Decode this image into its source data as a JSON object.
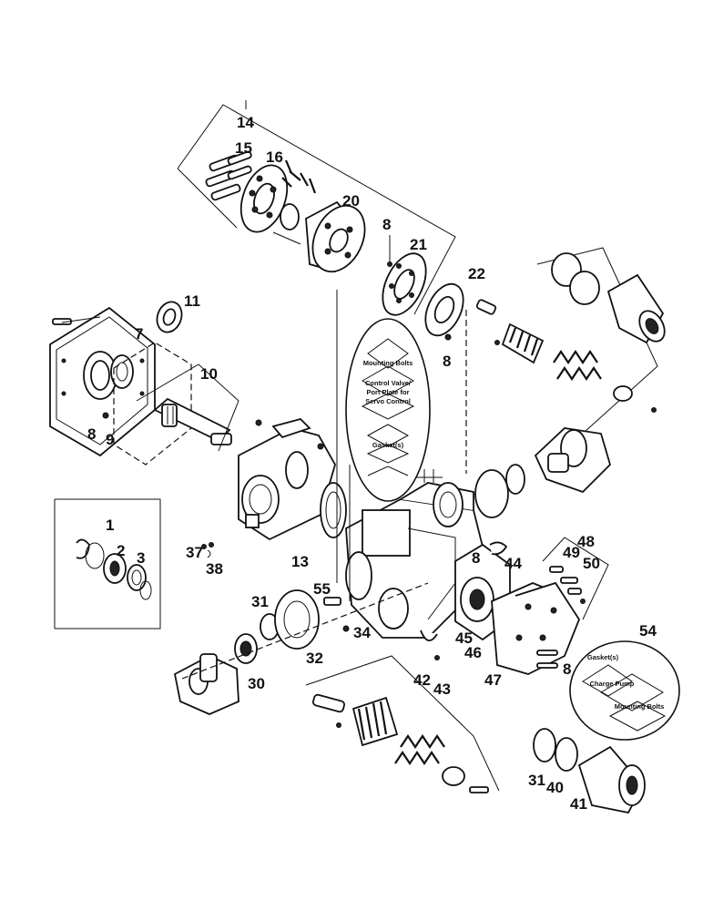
{
  "callouts": {
    "n1": "1",
    "n2": "2",
    "n3": "3",
    "n7": "7",
    "n8a": "8",
    "n8b": "8",
    "n8c": "8",
    "n8d": "8",
    "n8e": "8",
    "n9": "9",
    "n10": "10",
    "n11": "11",
    "n13": "13",
    "n14": "14",
    "n15": "15",
    "n16": "16",
    "n20": "20",
    "n21": "21",
    "n22": "22",
    "n30": "30",
    "n31a": "31",
    "n31b": "31",
    "n32": "32",
    "n34": "34",
    "n37": "37",
    "n38": "38",
    "n40": "40",
    "n41": "41",
    "n42": "42",
    "n43": "43",
    "n44": "44",
    "n45": "45",
    "n46": "46",
    "n47": "47",
    "n48": "48",
    "n49": "49",
    "n50": "50",
    "n54": "54",
    "n55": "55"
  },
  "oval_upper": {
    "line1": "Mounting Bolts",
    "line2": "Control Valve/",
    "line3": "Port Plate for",
    "line4": "Servo Control",
    "line5": "Gasket(s)"
  },
  "oval_lower": {
    "line1": "Gasket(s)",
    "line2": "Charge Pump",
    "line3": "Mounting Bolts"
  }
}
